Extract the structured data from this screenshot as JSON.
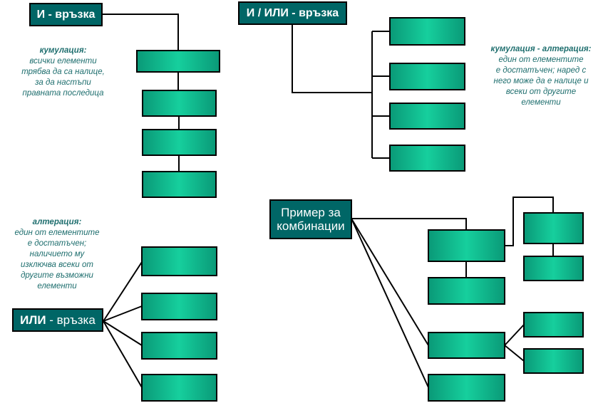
{
  "colors": {
    "title_bg": "#006666",
    "node_fill": "#16cf9d",
    "note_text": "#1e6e6e",
    "line": "#000000"
  },
  "and_link": {
    "title": "И - връзка",
    "note_heading": "кумулация:",
    "note_lines": [
      "всички елементи",
      "трябва да са налице,",
      "за да настъпи",
      "правната последица"
    ]
  },
  "and_or_link": {
    "title": "И / ИЛИ - връзка",
    "note_heading": "кумулация - алтерация:",
    "note_lines": [
      "един от елементите",
      "е достатъчен; наред с",
      "него може да е налице и",
      "всеки от другите",
      "елементи"
    ]
  },
  "or_link": {
    "title_bold": "ИЛИ",
    "title_rest": " - връзка",
    "note_heading": "алтерация:",
    "note_lines": [
      "един от елементите",
      "е достатъчен;",
      "наличието му",
      "изключва всеки от",
      "другите възможни",
      "елементи"
    ]
  },
  "combination": {
    "title_line1": "Пример за",
    "title_line2": "комбинации"
  }
}
